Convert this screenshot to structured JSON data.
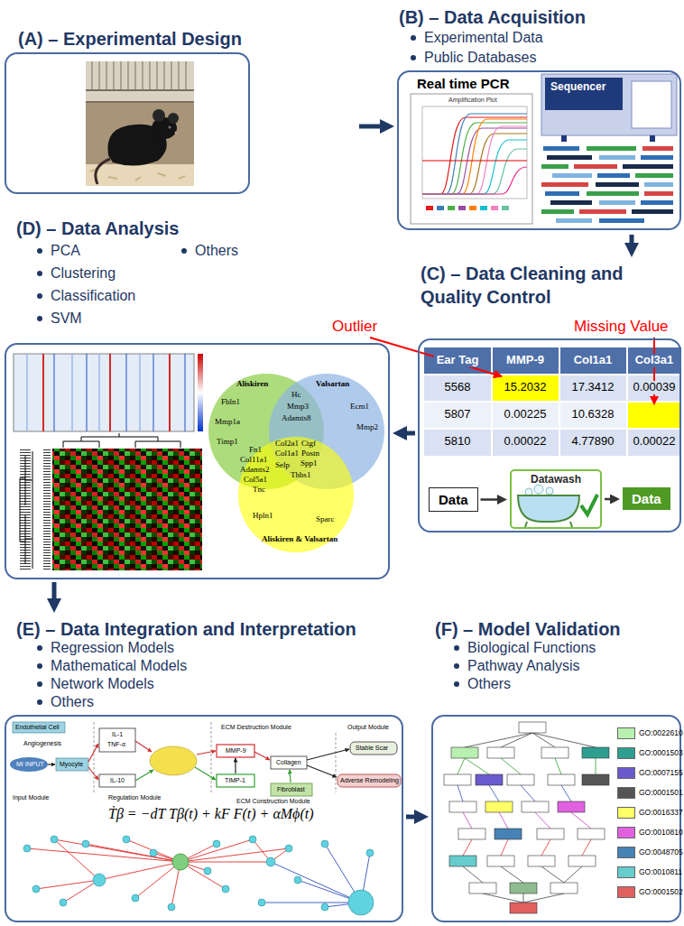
{
  "diagram": {
    "nodes": [
      {
        "text": [
          "(A) – Experimental Design"
        ]
      },
      {
        "text": [
          "(B) – Data Acquisition",
          "Experimental Data",
          "Public Databases"
        ]
      },
      {
        "text": [
          "Sequencer"
        ],
        "in": 1
      },
      {
        "text": [
          "(C) – Data Cleaning and Quality Control"
        ]
      },
      {
        "text": [
          "Data"
        ],
        "in": 3
      },
      {
        "text": [
          "Datawash"
        ],
        "in": 3
      },
      {
        "text": [
          "Data"
        ],
        "in": 3
      },
      {
        "text": [
          "(D) – Data Analysis",
          "PCA",
          "Clustering",
          "Classification",
          "SVM",
          "Others"
        ]
      },
      {
        "text": [
          "(E) – Data Integration and Interpretation",
          "Regression Models",
          "Mathematical Models",
          "Network Models",
          "Others"
        ]
      },
      {
        "text": [
          "(F) – Model Validation",
          "Biological Functions",
          "Pathway Analysis",
          "Others"
        ]
      }
    ],
    "edges": [
      {
        "from": 0,
        "to": 1,
        "arrow": "to"
      },
      {
        "from": 1,
        "to": 3,
        "arrow": "to"
      },
      {
        "from": 3,
        "to": 7,
        "arrow": "to"
      },
      {
        "from": 4,
        "to": 5,
        "arrow": "to"
      },
      {
        "from": 5,
        "to": 6,
        "arrow": "to"
      },
      {
        "from": 7,
        "to": 8,
        "arrow": "to"
      },
      {
        "from": 8,
        "to": 9,
        "arrow": "to"
      }
    ],
    "labels": [
      "Real time PCR",
      "Amplification Plot",
      "Outlier",
      "Missing Value",
      "Ear Tag",
      "MMP-9",
      "Col1a1",
      "Col3a1",
      "5568",
      "15.2032",
      "17.3412",
      "0.00039",
      "5807",
      "0.00225",
      "10.6328",
      "5810",
      "0.00022",
      "4.77890",
      "0.00022",
      "Aliskiren",
      "Valsartan",
      "Fbln1",
      "Mmp1a",
      "Timp1",
      "Hc",
      "Mmp3",
      "Adamts8",
      "Ecm1",
      "Mmp2",
      "Col2a1",
      "Ctgf",
      "Col1a1",
      "Postn",
      "Spp1",
      "Selp",
      "Thbs1",
      "Fn1",
      "Col11a1",
      "Adamts2",
      "Col5a1",
      "Tnc",
      "Hpln1",
      "Sparc",
      "Aliskiren & Valsartan",
      "Endothelial Cell",
      "Angiogenesis",
      "MI INPUT",
      "Myocyte",
      "IL-1",
      "TNF-α",
      "IL-10",
      "MMP-9",
      "TIMP-1",
      "Collagen",
      "Fibroblast",
      "Stable Scar",
      "Adverse Remodeling",
      "Input Module",
      "Regulation Module",
      "ECM Destruction Module",
      "ECM Construction Module",
      "Output Module",
      "Ṫβ = −dT Tβ(t) + kF F(t) + αMϕ(t)"
    ],
    "legend": [
      {
        "text": "GO:0022610",
        "color": "#b8f0b0"
      },
      {
        "text": "GO:0001503",
        "color": "#2e9e8f"
      },
      {
        "text": "GO:0007155",
        "color": "#6a5acd"
      },
      {
        "text": "GO:0001501",
        "color": "#555555"
      },
      {
        "text": "GO:0016337",
        "color": "#ffff66"
      },
      {
        "text": "GO:0010810",
        "color": "#e060e0"
      },
      {
        "text": "GO:0048705",
        "color": "#4682b4"
      },
      {
        "text": "GO:0010811",
        "color": "#66cccc"
      },
      {
        "text": "GO:0001502",
        "color": "#e06060"
      }
    ]
  }
}
